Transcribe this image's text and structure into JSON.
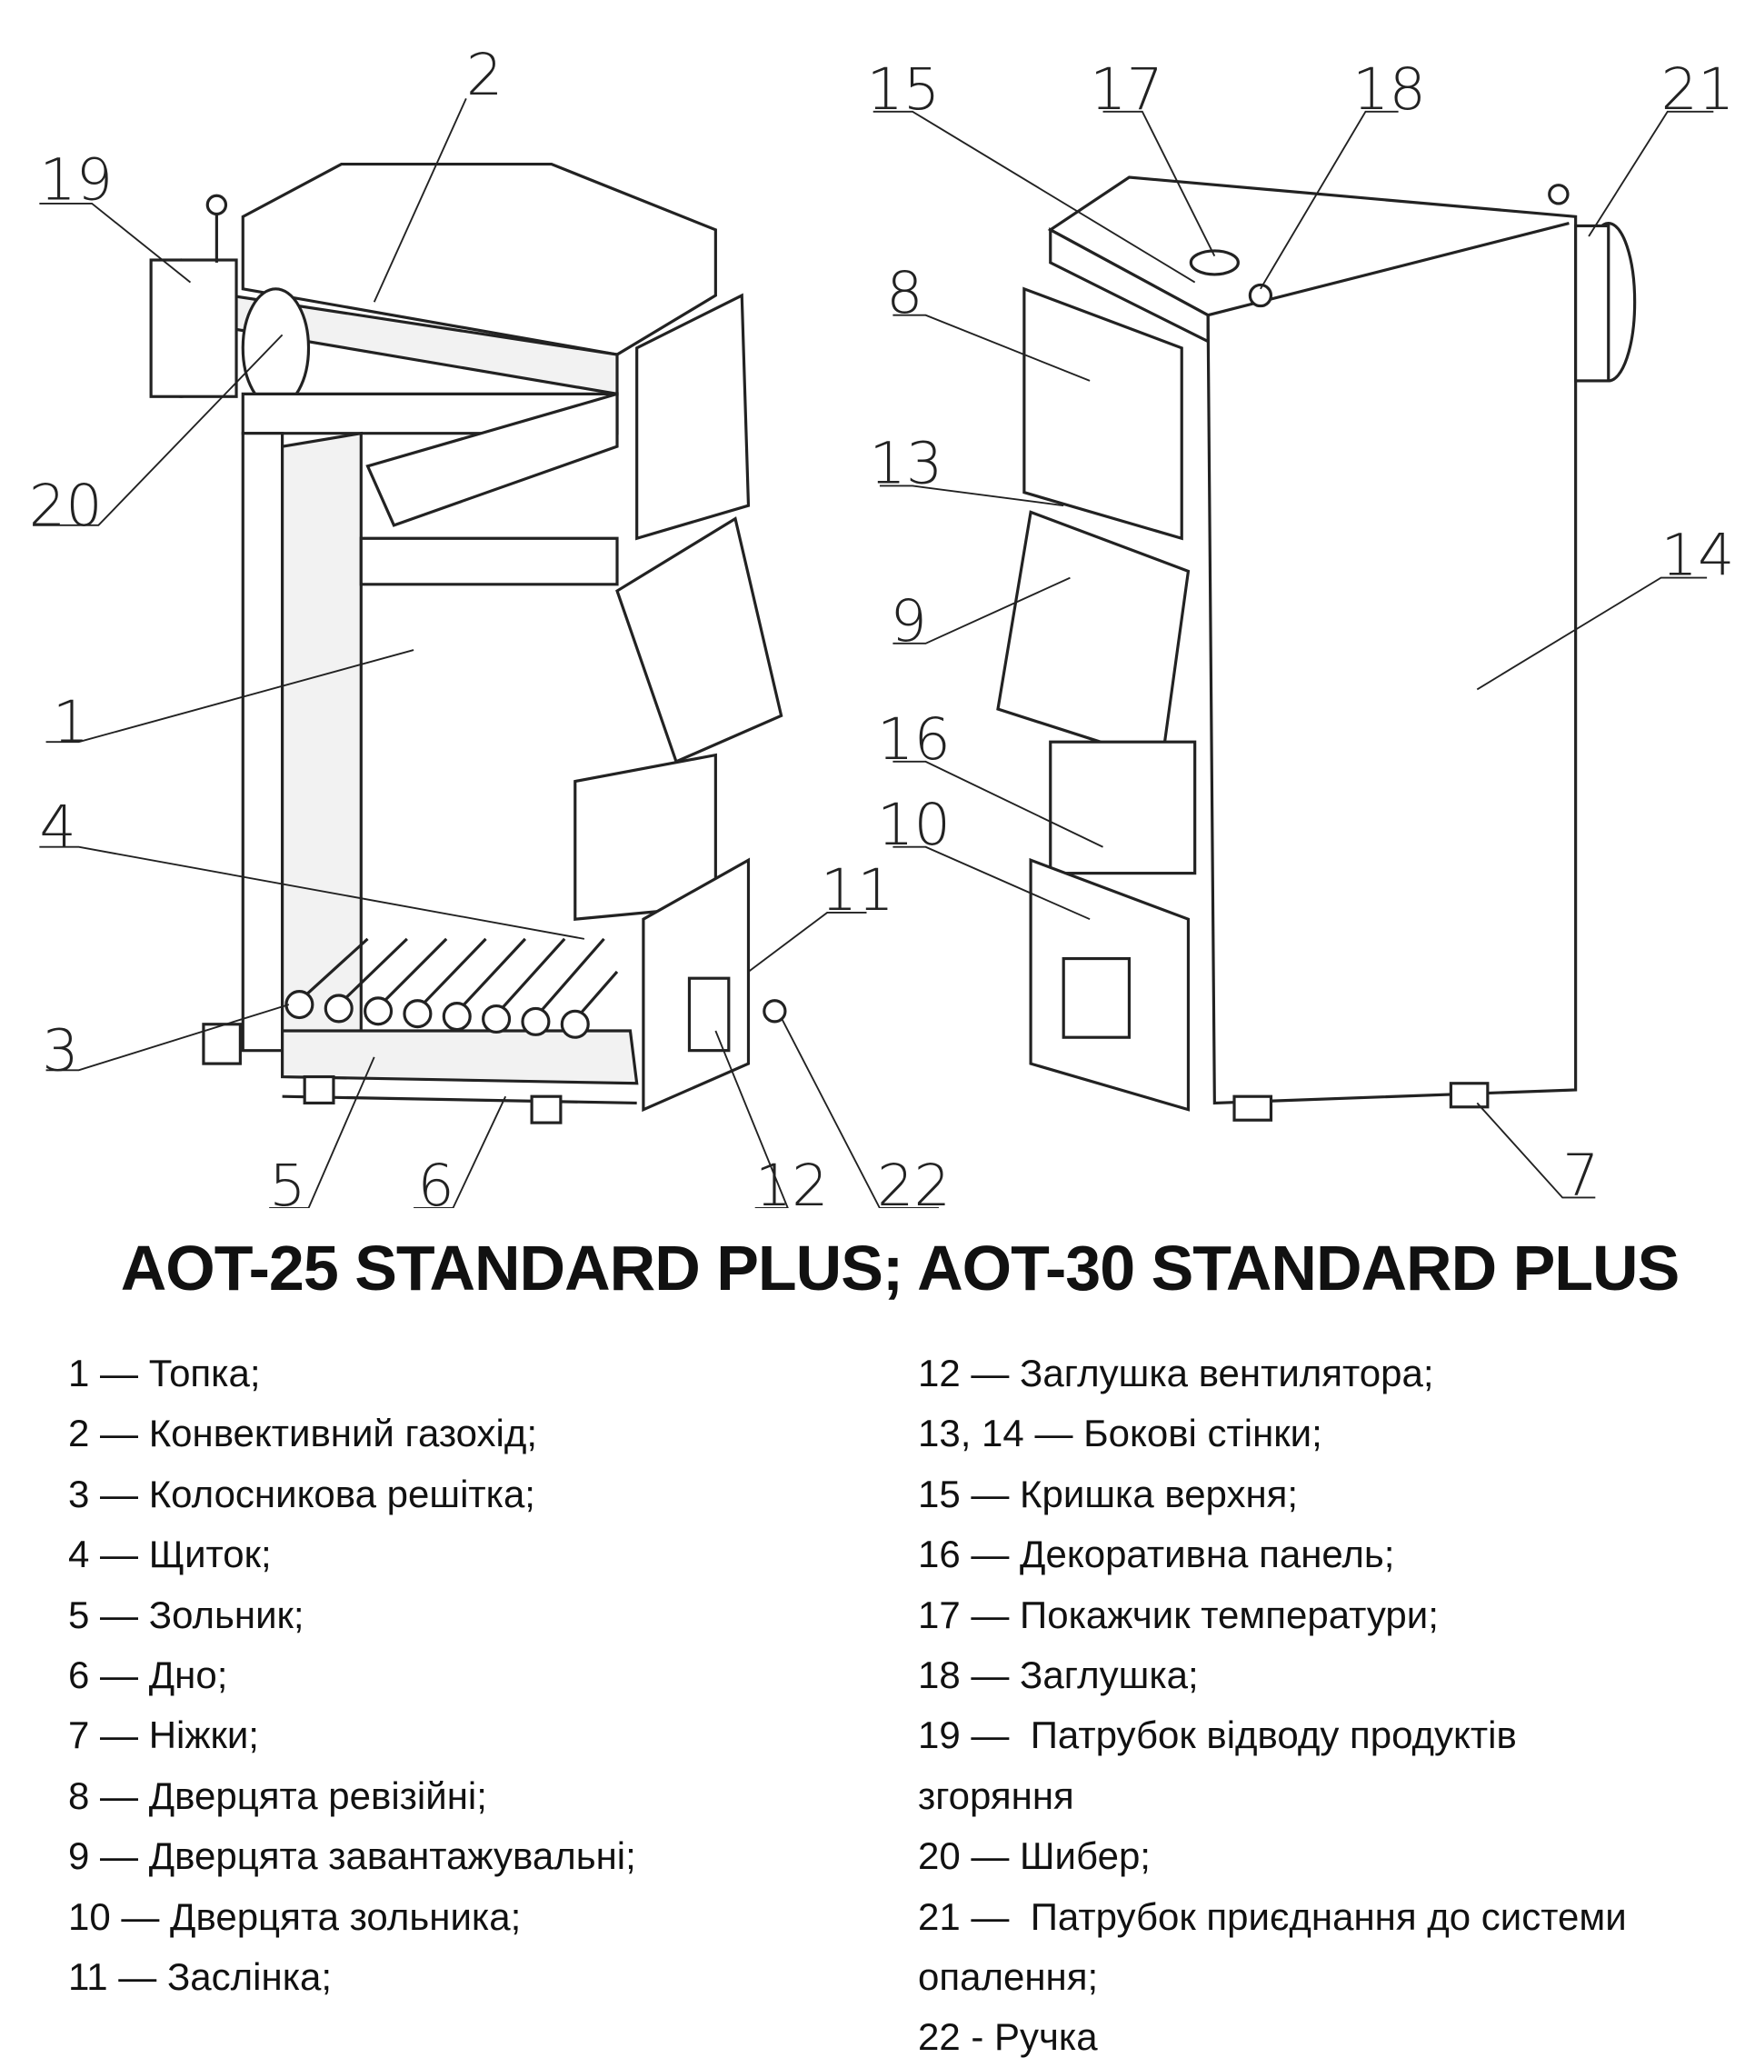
{
  "callouts": [
    "1",
    "2",
    "3",
    "4",
    "5",
    "6",
    "7",
    "8",
    "9",
    "10",
    "11",
    "12",
    "13",
    "14",
    "15",
    "16",
    "17",
    "18",
    "19",
    "20",
    "21",
    "22"
  ],
  "title": "AOT-25 STANDARD PLUS; AOT-30 STANDARD PLUS",
  "legend_left": [
    "1 — Топка;",
    "2 — Конвективний газохід;",
    "3 — Колосникова решітка;",
    "4 — Щиток;",
    "5 — Зольник;",
    "6 — Дно;",
    "7 — Ніжки;",
    "8 — Дверцята ревізійні;",
    "9 — Дверцята завантажувальні;",
    "10 — Дверцята зольника;",
    "11 — Заслінка;"
  ],
  "legend_right": [
    "12 — Заглушка вентилятора;",
    "13, 14 — Бокові стінки;",
    "15 — Кришка верхня;",
    "16 — Декоративна панель;",
    "17 — Покажчик температури;",
    "18 — Заглушка;",
    "19 —  Патрубок відводу продуктів",
    "згоряння",
    "20 — Шибер;",
    "21 —  Патрубок приєднання до системи",
    "опалення;",
    "22 - Ручка"
  ]
}
